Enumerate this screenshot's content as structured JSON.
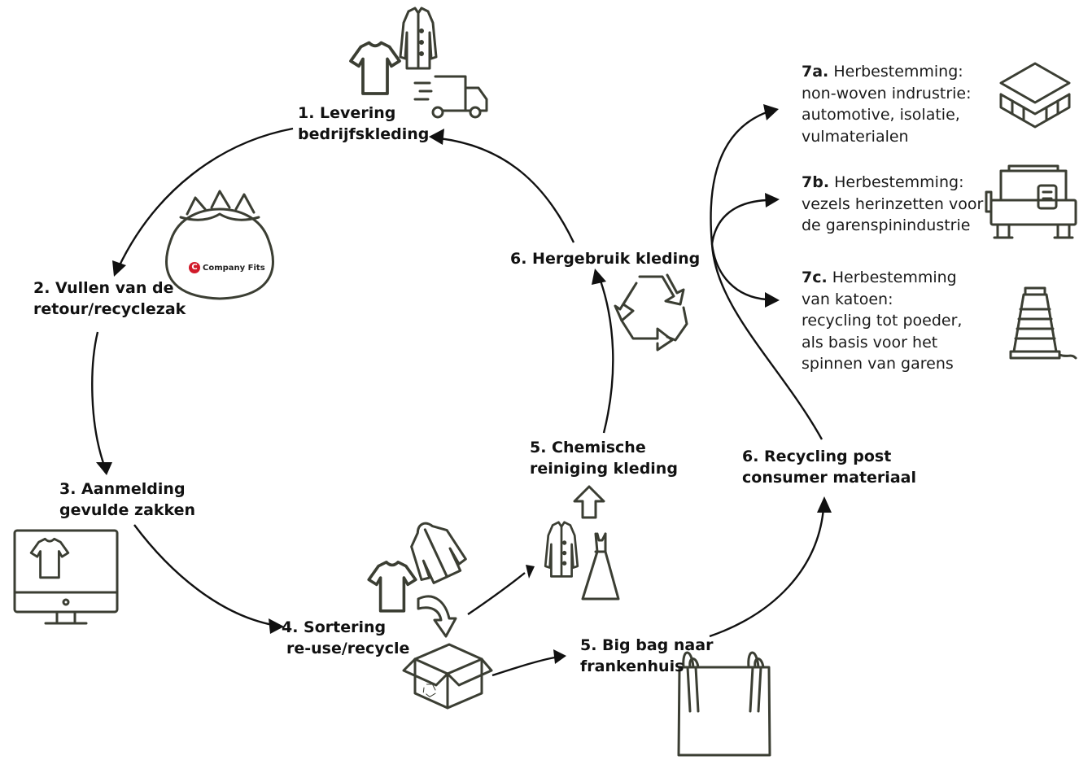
{
  "steps": {
    "s1": [
      "1. Levering",
      "bedrijfskleding"
    ],
    "s2": [
      "2. Vullen van de",
      "retour/recyclezak"
    ],
    "s3": [
      "3. Aanmelding",
      "gevulde zakken"
    ],
    "s4": [
      "4. Sortering",
      "re-use/recycle"
    ],
    "s5a": [
      "5. Chemische",
      "reiniging kleding"
    ],
    "s5b": [
      "5. Big bag naar",
      "frankenhuis"
    ],
    "s6a": [
      "6. Hergebruik kleding"
    ],
    "s6b": [
      "6. Recycling post",
      "consumer materiaal"
    ]
  },
  "outputs": {
    "a": {
      "key": "7a.",
      "lines": [
        "Herbestemming:",
        "non-woven indrustrie:",
        "automotive, isolatie,",
        "vulmaterialen"
      ]
    },
    "b": {
      "key": "7b.",
      "lines": [
        "Herbestemming:",
        "vezels herinzetten voor",
        "de garenspinindustrie"
      ]
    },
    "c": {
      "key": "7c.",
      "lines": [
        "Herbestemming",
        "van katoen:",
        "recycling tot poeder,",
        "als basis voor het",
        "spinnen van garens"
      ]
    }
  },
  "bag_logo": "Company Fits",
  "icons": [
    "shirt-icon",
    "blouse-icon",
    "delivery-truck-icon",
    "bag-icon",
    "monitor-icon",
    "jacket-icon",
    "box-icon",
    "recycle-icon",
    "dress-icon",
    "up-arrow-icon",
    "big-bag-icon",
    "layers-icon",
    "machine-icon",
    "spool-icon"
  ],
  "colors": {
    "icon_stroke": "#3b3e33",
    "arrow": "#111111",
    "logo_red": "#d11a2a"
  }
}
